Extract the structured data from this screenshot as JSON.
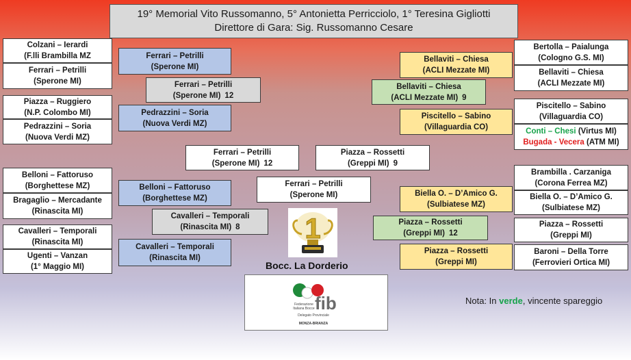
{
  "header": {
    "line1": "19° Memorial Vito Russomanno, 5° Antonietta Perricciolo, 1° Teresina Gigliotti",
    "line2": "Direttore di Gara: Sig. Russomanno Cesare"
  },
  "bracket": {
    "left_r1": [
      {
        "team": "Colzani – Ierardi",
        "club": "(F.lli Brambilla MZ"
      },
      {
        "team": "Ferrari – Petrilli",
        "club": "(Sperone MI)"
      },
      {
        "team": "Piazza – Ruggiero",
        "club": "(N.P. Colombo MI)"
      },
      {
        "team": "Pedrazzini – Soria",
        "club": "(Nuova Verdi MZ)"
      },
      {
        "team": "Belloni – Fattoruso",
        "club": "(Borghettese MZ)"
      },
      {
        "team": "Bragaglio – Mercadante",
        "club": "(Rinascita MI)"
      },
      {
        "team": "Cavalleri – Temporali",
        "club": "(Rinascita MI)"
      },
      {
        "team": "Ugenti – Vanzan",
        "club": "(1° Maggio MI)"
      }
    ],
    "left_r2": [
      {
        "team": "Ferrari – Petrilli",
        "club": "(Sperone MI)"
      },
      {
        "team": "Pedrazzini – Soria",
        "club": "(Nuova Verdi MZ)"
      },
      {
        "team": "Belloni – Fattoruso",
        "club": "(Borghettese MZ)"
      },
      {
        "team": "Cavalleri – Temporali",
        "club": "(Rinascita MI)"
      }
    ],
    "left_r3": [
      {
        "team": "Ferrari – Petrilli",
        "club": "(Sperone MI)",
        "score": "12"
      },
      {
        "team": "Cavalleri – Temporali",
        "club": "(Rinascita MI)",
        "score": "8"
      }
    ],
    "semi_left": {
      "team": "Ferrari – Petrilli",
      "club": "(Sperone MI)",
      "score": "12"
    },
    "semi_right": {
      "team": "Piazza – Rossetti",
      "club": "(Greppi MI)",
      "score": "9"
    },
    "winner": {
      "team": "Ferrari – Petrilli",
      "club": "(Sperone MI)"
    },
    "right_r1": [
      {
        "team": "Bertolla – Paialunga",
        "club": "(Cologno G.S. MI)"
      },
      {
        "team": "Bellaviti – Chiesa",
        "club": "(ACLI Mezzate MI)"
      },
      {
        "team": "Piscitello – Sabino",
        "club": "(Villaguardia CO)"
      },
      {
        "team_green": "Conti – Chesi",
        "club_green": "(Virtus MI)",
        "team_red": "Bugada - Vecera",
        "club_red": "(ATM MI)"
      },
      {
        "team": "Brambilla . Carzaniga",
        "club": "(Corona Ferrea MZ)"
      },
      {
        "team": "Biella O. – D’Amico G.",
        "club": "(Sulbiatese MZ)"
      },
      {
        "team": "Piazza – Rossetti",
        "club": "(Greppi MI)"
      },
      {
        "team": "Baroni – Della Torre",
        "club": "(Ferrovieri Ortica MI)"
      }
    ],
    "right_r2": [
      {
        "team": "Bellaviti – Chiesa",
        "club": "(ACLI Mezzate MI)"
      },
      {
        "team": "Piscitello – Sabino",
        "club": "(Villaguardia CO)"
      },
      {
        "team": "Biella O. – D’Amico G.",
        "club": "(Sulbiatese MZ)"
      },
      {
        "team": "Piazza – Rossetti",
        "club": "(Greppi MI)"
      }
    ],
    "right_r3": [
      {
        "team": "Bellaviti – Chiesa",
        "club": "(ACLI Mezzate MI)",
        "score": "9"
      },
      {
        "team": "Piazza – Rossetti",
        "club": "(Greppi MI)",
        "score": "12"
      }
    ]
  },
  "club_name": "Bocc. La Dorderio",
  "logo": {
    "brand": "fib",
    "line1": "Federazione",
    "line2": "Italiana Bocce",
    "line3": "Delegato Provinciale",
    "line4": "MONZA-BRIANZA"
  },
  "trophy_number": "1",
  "note": {
    "prefix": "Nota: In ",
    "highlight": "verde",
    "suffix": ", vincente spareggio"
  },
  "colors": {
    "blue": "#b4c6e7",
    "gray": "#d9d9d9",
    "yellow": "#ffe699",
    "green": "#c5e0b4",
    "note_green": "#16a34a",
    "red": "#e11d1d"
  }
}
